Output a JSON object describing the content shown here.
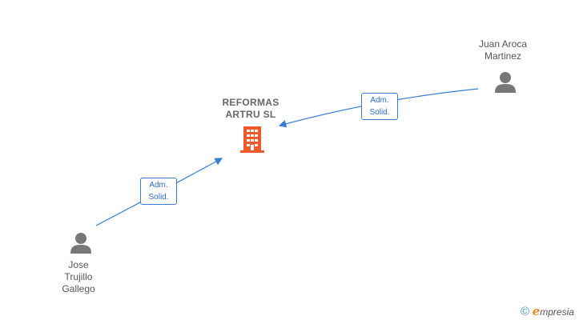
{
  "company": {
    "name": "REFORMAS\nARTRU  SL",
    "icon": "building-icon",
    "icon_color": "#f05a2a"
  },
  "people": [
    {
      "id": "juan",
      "name": "Juan Aroca\nMartinez",
      "icon": "person-icon"
    },
    {
      "id": "jose",
      "name": "Jose\nTrujillo\nGallego",
      "icon": "person-icon"
    }
  ],
  "edges": [
    {
      "from": "juan",
      "to": "company",
      "label": "Adm.\nSolid."
    },
    {
      "from": "jose",
      "to": "company",
      "label": "Adm.\nSolid."
    }
  ],
  "colors": {
    "edge": "#3a7bd5",
    "person": "#777777"
  },
  "brand": {
    "copyright": "©",
    "name_initial": "e",
    "name_rest": "mpresia"
  }
}
